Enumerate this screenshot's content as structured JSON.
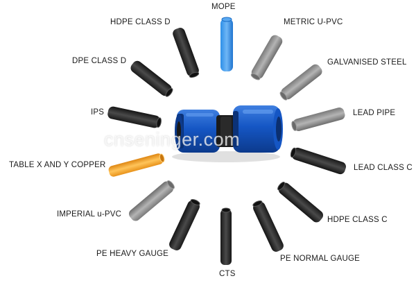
{
  "labels": {
    "mope": "MOPE",
    "hdpe_class_d": "HDPE CLASS D",
    "metric_upvc": "METRIC U-PVC",
    "dpe_class_d": "DPE CLASS D",
    "galvanised_steel": "GALVANISED STEEL",
    "ips": "IPS",
    "lead_pipe": "LEAD PIPE",
    "table_x_y_copper": "TABLE X AND Y COPPER",
    "lead_class_c": "LEAD CLASS C",
    "imperial_upvc": "IMPERIAL u-PVC",
    "hdpe_class_c": "HDPE CLASS C",
    "pe_heavy_gauge": "PE HEAVY GAUGE",
    "pe_normal_gauge": "PE NORMAL GAUGE",
    "cts": "CTS"
  },
  "watermark": "cnseninger.com",
  "colors": {
    "blue": "#1e88e5",
    "black": "#2a2a2a",
    "gray": "#8c8c8c",
    "orange": "#f2a21e",
    "fitting_blue": "#1452b8"
  }
}
